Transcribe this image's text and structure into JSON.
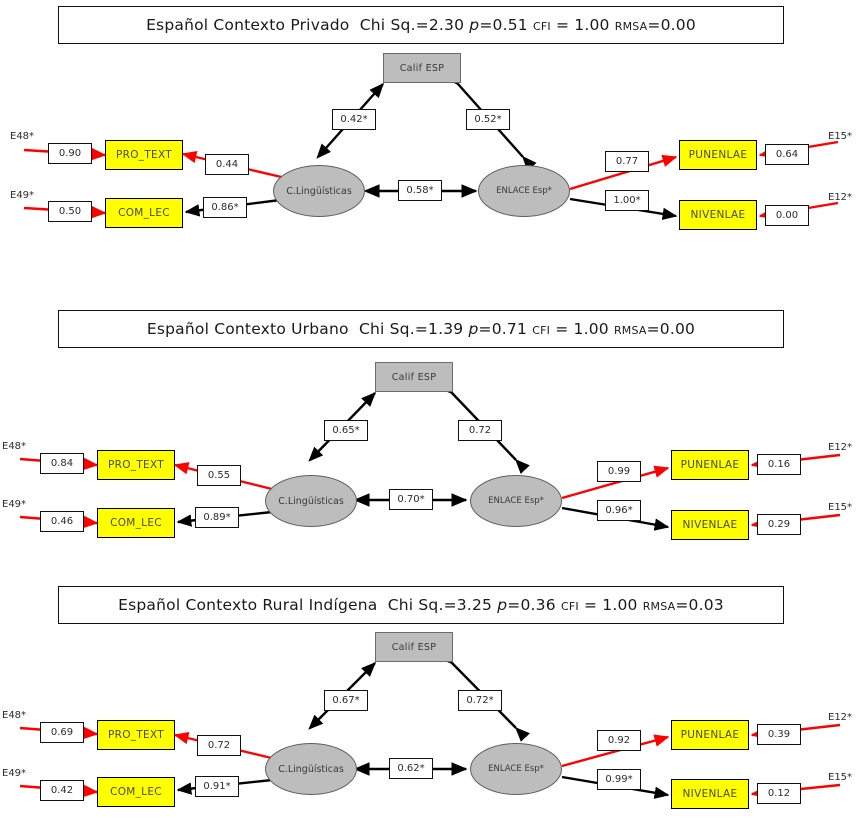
{
  "figure": {
    "type": "sem-path-diagram-set",
    "colors": {
      "observed_fill": "#FFFF00",
      "latent_fill": "#BDBDBD",
      "error_path": "#FF0000",
      "structural_path": "#000000",
      "box_border": "#000000"
    }
  },
  "panels": [
    {
      "id": "privado",
      "title": {
        "model": "Español Contexto Privado",
        "chisq_label": "Chi Sq.=",
        "chisq_value": "2.30",
        "p_label": "p",
        "p_value": "=0.51",
        "cfi_label": "CFI",
        "cfi_value": "= 1.00",
        "rmsa_label": "RMSA",
        "rmsa_value": "=0.00"
      },
      "nodes": {
        "latent_left": "C.Lingüísticas",
        "latent_right": "ENLACE Esp*",
        "top_box": "Calif ESP",
        "obs_tl": "PRO_TEXT",
        "obs_bl": "COM_LEC",
        "obs_tr": "PUNENLAE",
        "obs_br": "NIVENLAE"
      },
      "paths": {
        "left_to_top": "0.42*",
        "right_to_top": "0.52*",
        "left_right": "0.58*",
        "left_to_obs_tl": "0.44",
        "left_to_obs_bl": "0.86*",
        "right_to_obs_tr": "0.77",
        "right_to_obs_br": "1.00*"
      },
      "errors": {
        "e_tl_label": "E48*",
        "e_tl_value": "0.90",
        "e_bl_label": "E49*",
        "e_bl_value": "0.50",
        "e_tr_label": "E15*",
        "e_tr_value": "0.64",
        "e_br_label": "E12*",
        "e_br_value": "0.00"
      }
    },
    {
      "id": "urbano",
      "title": {
        "model": "Español Contexto Urbano",
        "chisq_label": "Chi Sq.=",
        "chisq_value": "1.39",
        "p_label": "p",
        "p_value": "=0.71",
        "cfi_label": "CFI",
        "cfi_value": "= 1.00",
        "rmsa_label": "RMSA",
        "rmsa_value": "=0.00"
      },
      "nodes": {
        "latent_left": "C.Lingüísticas",
        "latent_right": "ENLACE Esp*",
        "top_box": "Calif ESP",
        "obs_tl": "PRO_TEXT",
        "obs_bl": "COM_LEC",
        "obs_tr": "PUNENLAE",
        "obs_br": "NIVENLAE"
      },
      "paths": {
        "left_to_top": "0.65*",
        "right_to_top": "0.72",
        "left_right": "0.70*",
        "left_to_obs_tl": "0.55",
        "left_to_obs_bl": "0.89*",
        "right_to_obs_tr": "0.99",
        "right_to_obs_br": "0.96*"
      },
      "errors": {
        "e_tl_label": "E48*",
        "e_tl_value": "0.84",
        "e_bl_label": "E49*",
        "e_bl_value": "0.46",
        "e_tr_label": "E12*",
        "e_tr_value": "0.16",
        "e_br_label": "E15*",
        "e_br_value": "0.29"
      }
    },
    {
      "id": "rural-indigena",
      "title": {
        "model": "Español Contexto Rural Indígena",
        "chisq_label": "Chi Sq.=",
        "chisq_value": "3.25",
        "p_label": "p",
        "p_value": "=0.36",
        "cfi_label": "CFI",
        "cfi_value": "= 1.00",
        "rmsa_label": "RMSA",
        "rmsa_value": "=0.03"
      },
      "nodes": {
        "latent_left": "C.Lingüísticas",
        "latent_right": "ENLACE Esp*",
        "top_box": "Calif ESP",
        "obs_tl": "PRO_TEXT",
        "obs_bl": "COM_LEC",
        "obs_tr": "PUNENLAE",
        "obs_br": "NIVENLAE"
      },
      "paths": {
        "left_to_top": "0.67*",
        "right_to_top": "0.72*",
        "left_right": "0.62*",
        "left_to_obs_tl": "0.72",
        "left_to_obs_bl": "0.91*",
        "right_to_obs_tr": "0.92",
        "right_to_obs_br": "0.99*"
      },
      "errors": {
        "e_tl_label": "E48*",
        "e_tl_value": "0.69",
        "e_bl_label": "E49*",
        "e_bl_value": "0.42",
        "e_tr_label": "E12*",
        "e_tr_value": "0.39",
        "e_br_label": "E15*",
        "e_br_value": "0.12"
      }
    }
  ]
}
